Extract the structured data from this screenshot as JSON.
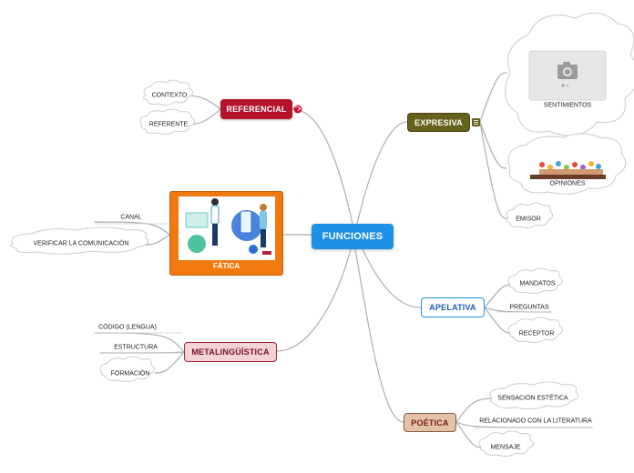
{
  "central": {
    "label": "FUNCIONES",
    "color": "#1e90e6"
  },
  "branches": {
    "referencial": {
      "label": "REFERENCIAL",
      "children": [
        "CONTEXTO",
        "REFERENTE"
      ]
    },
    "expresiva": {
      "label": "EXPRESIVA",
      "children": [
        "SENTIMIENTOS",
        "OPINIONES",
        "EMISOR"
      ]
    },
    "fatica": {
      "label": "FÁTICA",
      "children": [
        "CANAL",
        "VERIFICAR LA COMUNICACIÓN"
      ]
    },
    "metalinguistica": {
      "label": "METALINGÜÍSTICA",
      "children": [
        "CÓDIGO (LENGUA)",
        "ESTRUCTURA",
        "FORMACIÓN"
      ]
    },
    "apelativa": {
      "label": "APELATIVA",
      "children": [
        "MANDATOS",
        "PREGUNTAS",
        "RECEPTOR"
      ]
    },
    "poetica": {
      "label": "POÉTICA",
      "children": [
        "SENSACIÓN ESTÉTICA",
        "RELACIONADO CON LA LITERATURA",
        "MENSAJE"
      ]
    }
  },
  "colors": {
    "referencial": "#b5132b",
    "expresiva": "#66611d",
    "fatica": "#f07a10",
    "metalinguistica": "#f3d3d6",
    "apelativa": "#1e90e6",
    "poetica": "#e3c2a8",
    "connector": "#a9afb8"
  },
  "icons": {
    "referencial_marker": "globe-icon",
    "expresiva_marker": "note-icon",
    "sentimientos_image": "camera-placeholder-icon",
    "opiniones_image": "raised-hands-icon",
    "fatica_image": "people-with-devices-icon"
  }
}
